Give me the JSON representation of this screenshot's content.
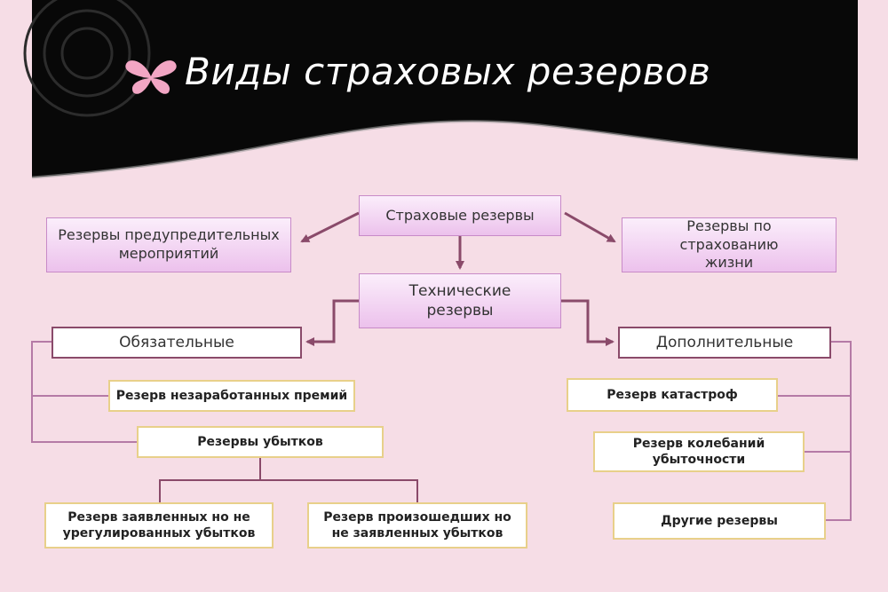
{
  "title": "Виды страховых резервов",
  "nodes": {
    "root": "Страховые резервы",
    "preventive": "Резервы предупредительных мероприятий",
    "life": "Резервы по страхованию жизни",
    "technical": "Технические резервы",
    "mandatory": "Обязательные",
    "additional": "Дополнительные",
    "unearned": "Резерв незаработанных премий",
    "losses": "Резервы убытков",
    "declared": "Резерв заявленных но не урегулированных убытков",
    "occurred": "Резерв произошедших но не заявленных убытков",
    "catastrophe": "Резерв катастроф",
    "fluctuation": "Резерв колебаний убыточности",
    "other": "Другие резервы"
  },
  "colors": {
    "header_bg": "#080808",
    "page_bg": "#f6dde6",
    "connector": "#8a4a6a",
    "bracket": "#b57aa6",
    "leaf_border": "#e8d08a",
    "butterfly": "#f2a6c4"
  }
}
